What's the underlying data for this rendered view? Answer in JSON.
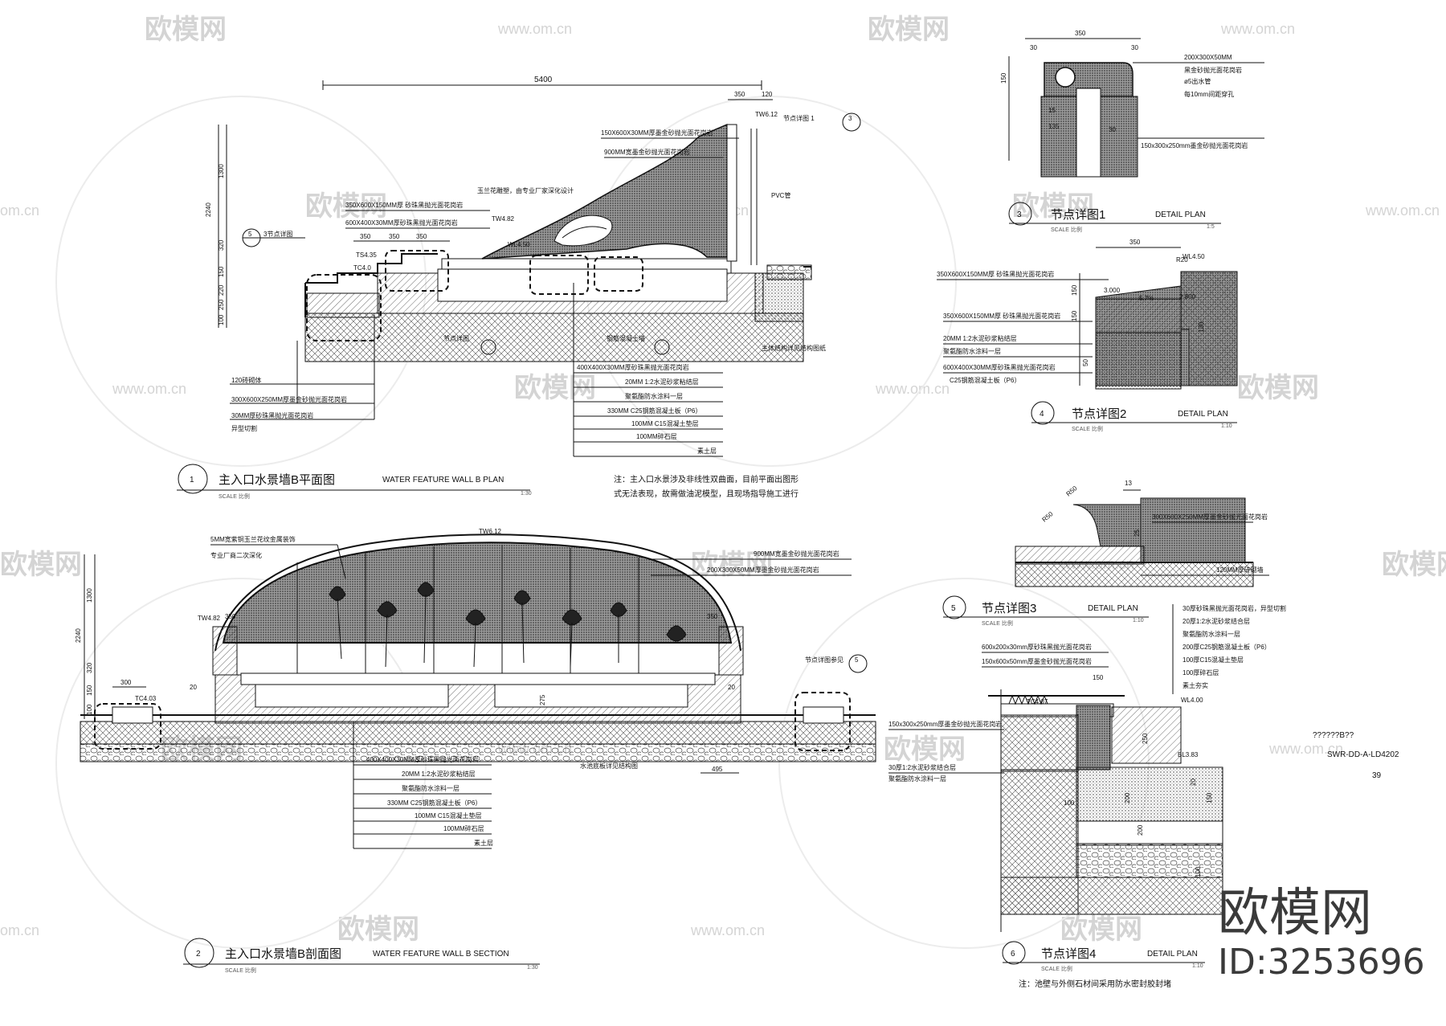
{
  "watermark": {
    "logo": "欧模网",
    "url": "www.om.cn",
    "url_short": "om.cn"
  },
  "brand": {
    "name": "欧模网",
    "id": "ID:3253696"
  },
  "sheet": {
    "code": "??????B??",
    "number": "SWR-DD-A-LD4202",
    "page": "39"
  },
  "plan1": {
    "num": "1",
    "title_cn": "主入口水景墙B平面图",
    "title_en": "WATER FEATURE WALL B PLAN",
    "scale_label": "SCALE 比例",
    "scale": "1:30",
    "dims": {
      "overall": "5400",
      "d350": "350",
      "d120": "120",
      "d350b": "350",
      "d350c": "350"
    },
    "vdims": [
      "2240",
      "1300",
      "320",
      "150",
      "220",
      "250",
      "100"
    ],
    "callouts": [
      "150X600X30MM厚墨金砂抛光面花岗岩",
      "900MM宽墨金砂抛光面花岗岩",
      "玉兰花雕塑，由专业厂家深化设计",
      "PVC管",
      "350X600X150MM厚 砂珠黑抛光面花岗岩",
      "600X400X30MM厚砂珠黑抛光面花岗岩",
      "3节点详图"
    ],
    "levels": [
      "TW6.12",
      "TW4.82",
      "WL4.50",
      "TS4.35",
      "TC4.0"
    ],
    "detail_ref": "节点详图 1",
    "detail_ref_num": "3",
    "circle5": "5",
    "left_notes": [
      "120砖砌体",
      "300X600X250MM厚墨金砂抛光面花岗岩",
      "30MM厚砂珠黑抛光面花岗岩",
      "异型切割"
    ],
    "layers": [
      "400X400X30MM厚砂珠黑抛光面花岗岩",
      "20MM 1:2水泥砂浆粘结层",
      "聚氨酯防水涂料一层",
      "330MM C25钢筋混凝土板（P6）",
      "100MM C15混凝土垫层",
      "100MM碎石层",
      "素土层"
    ],
    "note_items": [
      "节点详图",
      "钢筋混凝土墙",
      "主体结构详见结构图纸"
    ],
    "remark": [
      "注：主入口水景涉及非线性双曲面，目前平面出图形",
      "式无法表现，故需做油泥模型，且现场指导施工进行"
    ]
  },
  "section2": {
    "num": "2",
    "title_cn": "主入口水景墙B剖面图",
    "title_en": "WATER FEATURE WALL B SECTION",
    "scale_label": "SCALE 比例",
    "scale": "1:30",
    "callouts": [
      "5MM宽紫铜玉兰花纹金属装饰",
      "专业厂商二次深化",
      "900MM宽墨金砂抛光面花岗岩",
      "200X300X50MM厚墨金砂抛光面花岗岩",
      "节点详图参见"
    ],
    "levels": [
      "TW6.12",
      "TW4.82",
      "TC4.03"
    ],
    "dims": [
      "2240",
      "1300",
      "320",
      "150",
      "100",
      "300",
      "350",
      "350",
      "20",
      "20",
      "275",
      "495"
    ],
    "layers": [
      "400X400X30MM厚砂珠黑抛光面花岗岩",
      "20MM 1:2水泥砂浆粘结层",
      "聚氨酯防水涂料一层",
      "330MM C25钢筋混凝土板（P6）",
      "100MM C15混凝土垫层",
      "100MM碎石层",
      "素土层"
    ],
    "note": "水池底板详见结构图",
    "ref_num": "5"
  },
  "detail3": {
    "num": "3",
    "title_cn": "节点详图1",
    "title_en": "DETAIL PLAN",
    "scale_label": "SCALE 比例",
    "scale": "1:5",
    "dims": [
      "350",
      "30",
      "30",
      "150",
      "15",
      "135",
      "30"
    ],
    "callouts": [
      "200X300X50MM",
      "黑金砂抛光面花岗岩",
      "ø5出水管",
      "每10mm间距穿孔",
      "150x300x250mm墨金砂抛光面花岗岩"
    ]
  },
  "detail4": {
    "num": "4",
    "title_cn": "节点详图2",
    "title_en": "DETAIL PLAN",
    "scale_label": "SCALE 比例",
    "scale": "1:10",
    "dims": [
      "350",
      "R20",
      "150",
      "150",
      "50",
      "130"
    ],
    "levels": [
      "WL4.50",
      "3.000",
      "5.7%",
      "2.800"
    ],
    "callouts": [
      "350X600X150MM厚 砂珠黑抛光面花岗岩",
      "350X600X150MM厚 砂珠黑抛光面花岗岩",
      "20MM 1:2水泥砂浆粘结层",
      "聚氨酯防水涂料一层",
      "600X400X30MM厚砂珠黑抛光面花岗岩",
      "C25钢筋混凝土板（P6）"
    ]
  },
  "detail5": {
    "num": "5",
    "title_cn": "节点详图3",
    "title_en": "DETAIL PLAN",
    "scale_label": "SCALE 比例",
    "scale": "1:10",
    "dims": [
      "13",
      "R50",
      "R50",
      "25"
    ],
    "callouts": [
      "300X600X250MM厚墨金砂抛光面花岗岩",
      "120MM厚砖砌墙"
    ]
  },
  "detail6": {
    "num": "6",
    "title_cn": "节点详图4",
    "title_en": "DETAIL PLAN",
    "scale_label": "SCALE 比例",
    "scale": "1:10",
    "layers": [
      "30厚砂珠黑抛光面花岗岩，异型切割",
      "20厚1:2水泥砂浆结合层",
      "聚氨酯防水涂料一层",
      "200厚C25钢筋混凝土板（P6）",
      "100厚C15混凝土垫层",
      "100厚碎石层",
      "素土夯实"
    ],
    "callouts": [
      "600x200x30mm厚砂珠黑抛光面花岗岩",
      "150x600x50mm厚墨金砂抛光面花岗岩",
      "150x300x250mm厚墨金砂抛光面花岗岩",
      "30厚1:2水泥砂浆结合层",
      "聚氨酯防水涂料一层"
    ],
    "levels": [
      "TC4.07",
      "WL4.00",
      "BL3.83"
    ],
    "dims": [
      "150",
      "250",
      "200",
      "100",
      "200",
      "150",
      "20",
      "100"
    ],
    "note": "注：池壁与外侧石材间采用防水密封胶封堵"
  }
}
